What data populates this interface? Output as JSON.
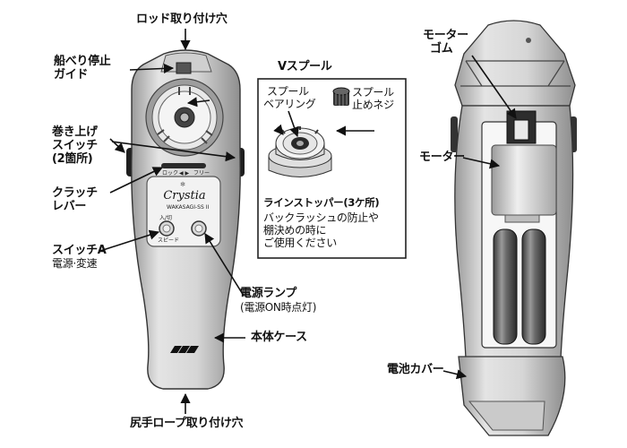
{
  "labels": {
    "rod_hole": "ロッド取り付け穴",
    "stop_guide": [
      "船べり停止",
      "ガイド"
    ],
    "wind_switch": [
      "巻き上げ",
      "スイッチ",
      "(2箇所)"
    ],
    "clutch_lever": [
      "クラッチ",
      "レバー"
    ],
    "switch_a": "スイッチA",
    "switch_a_sub": "電源·変速",
    "power_lamp": "電源ランプ",
    "power_lamp_sub": "(電源ON時点灯)",
    "body_case": "本体ケース",
    "rope_hole": "尻手ロープ取り付け穴",
    "v_spool": "Vスプール",
    "spool_bearing": [
      "スプール",
      "ベアリング"
    ],
    "spool_screw": [
      "スプール",
      "止めネジ"
    ],
    "line_stopper": "ラインストッパー(3ケ所)",
    "line_stopper_desc": [
      "バックラッシュの防止や",
      "棚決めの時に",
      "ご使用ください"
    ],
    "motor_rubber": [
      "モーター",
      "ゴム"
    ],
    "motor": "モーター",
    "battery_cover": "電池カバー"
  },
  "device_text": {
    "brand": "Crystia",
    "model": "WAKASAGI-SS II",
    "clutch_lock": "ロック",
    "clutch_free": "フリー",
    "btn_power": "入/切",
    "btn_speed": "スピード"
  }
}
